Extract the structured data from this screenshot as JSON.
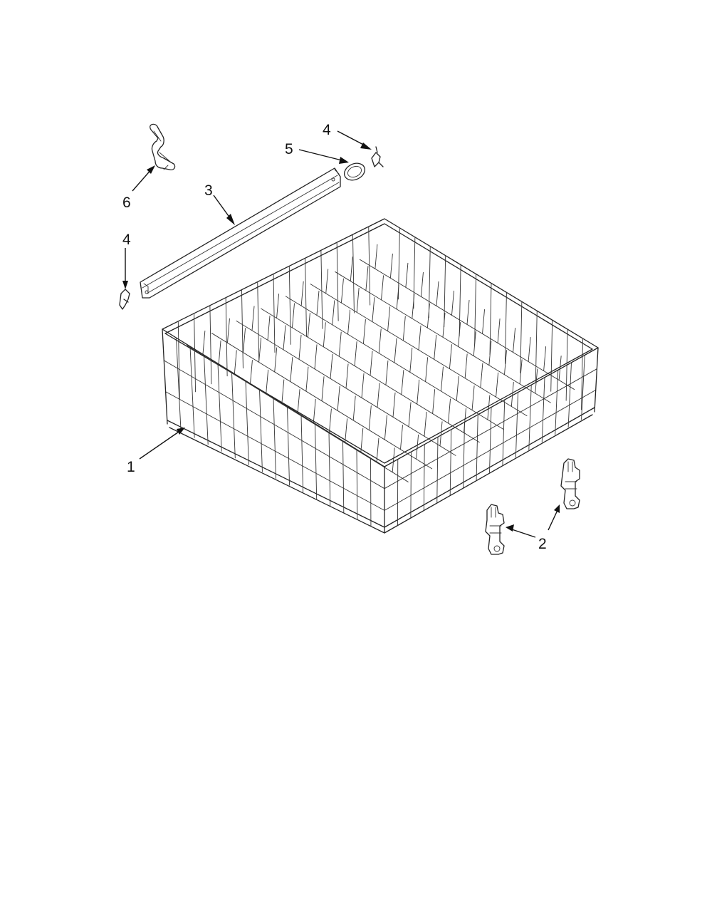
{
  "diagram": {
    "callouts": [
      {
        "id": "6",
        "text": "6"
      },
      {
        "id": "3",
        "text": "3"
      },
      {
        "id": "5",
        "text": "5"
      },
      {
        "id": "4a",
        "text": "4"
      },
      {
        "id": "4b",
        "text": "4"
      },
      {
        "id": "1",
        "text": "1"
      },
      {
        "id": "2",
        "text": "2"
      }
    ],
    "parts": [
      {
        "callout": "1",
        "name": "rack-basket"
      },
      {
        "callout": "2",
        "name": "rack-roller-bracket"
      },
      {
        "callout": "3",
        "name": "rack-track"
      },
      {
        "callout": "4",
        "name": "track-stop-clip"
      },
      {
        "callout": "5",
        "name": "end-cap"
      },
      {
        "callout": "6",
        "name": "rack-adjuster-clip"
      }
    ],
    "colors": {
      "line": "#222222",
      "background": "#ffffff"
    }
  }
}
